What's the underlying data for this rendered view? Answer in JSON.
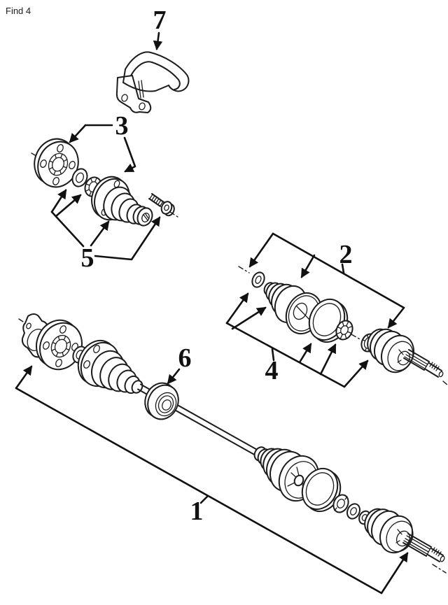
{
  "header": {
    "find_label": "Find 4"
  },
  "callouts": {
    "c1": {
      "number": "1"
    },
    "c2": {
      "number": "2"
    },
    "c3": {
      "number": "3"
    },
    "c4": {
      "number": "4"
    },
    "c5": {
      "number": "5"
    },
    "c6": {
      "number": "6"
    },
    "c7": {
      "number": "7"
    }
  }
}
